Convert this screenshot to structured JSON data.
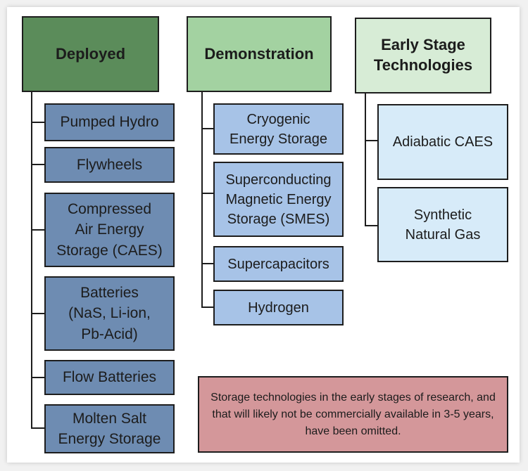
{
  "columns": [
    {
      "header": "Deployed",
      "header_color": "#5b8c5a",
      "item_color": "#6e8cb2",
      "items": [
        "Pumped Hydro",
        "Flywheels",
        "Compressed\nAir Energy\nStorage (CAES)",
        "Batteries\n(NaS, Li-ion,\nPb-Acid)",
        "Flow Batteries",
        "Molten Salt\nEnergy Storage"
      ]
    },
    {
      "header": "Demonstration",
      "header_color": "#a3d2a1",
      "item_color": "#a7c3e7",
      "items": [
        "Cryogenic\nEnergy Storage",
        "Superconducting\nMagnetic Energy\nStorage (SMES)",
        "Supercapacitors",
        "Hydrogen"
      ]
    },
    {
      "header": "Early Stage\nTechnologies",
      "header_color": "#d7ecd6",
      "item_color": "#d7ebf9",
      "items": [
        "Adiabatic CAES",
        "Synthetic\nNatural Gas"
      ]
    }
  ],
  "note": {
    "text": "Storage technologies in the early stages of research, and that will likely not be commercially available in 3-5 years, have been omitted.",
    "color": "#d4979a"
  }
}
